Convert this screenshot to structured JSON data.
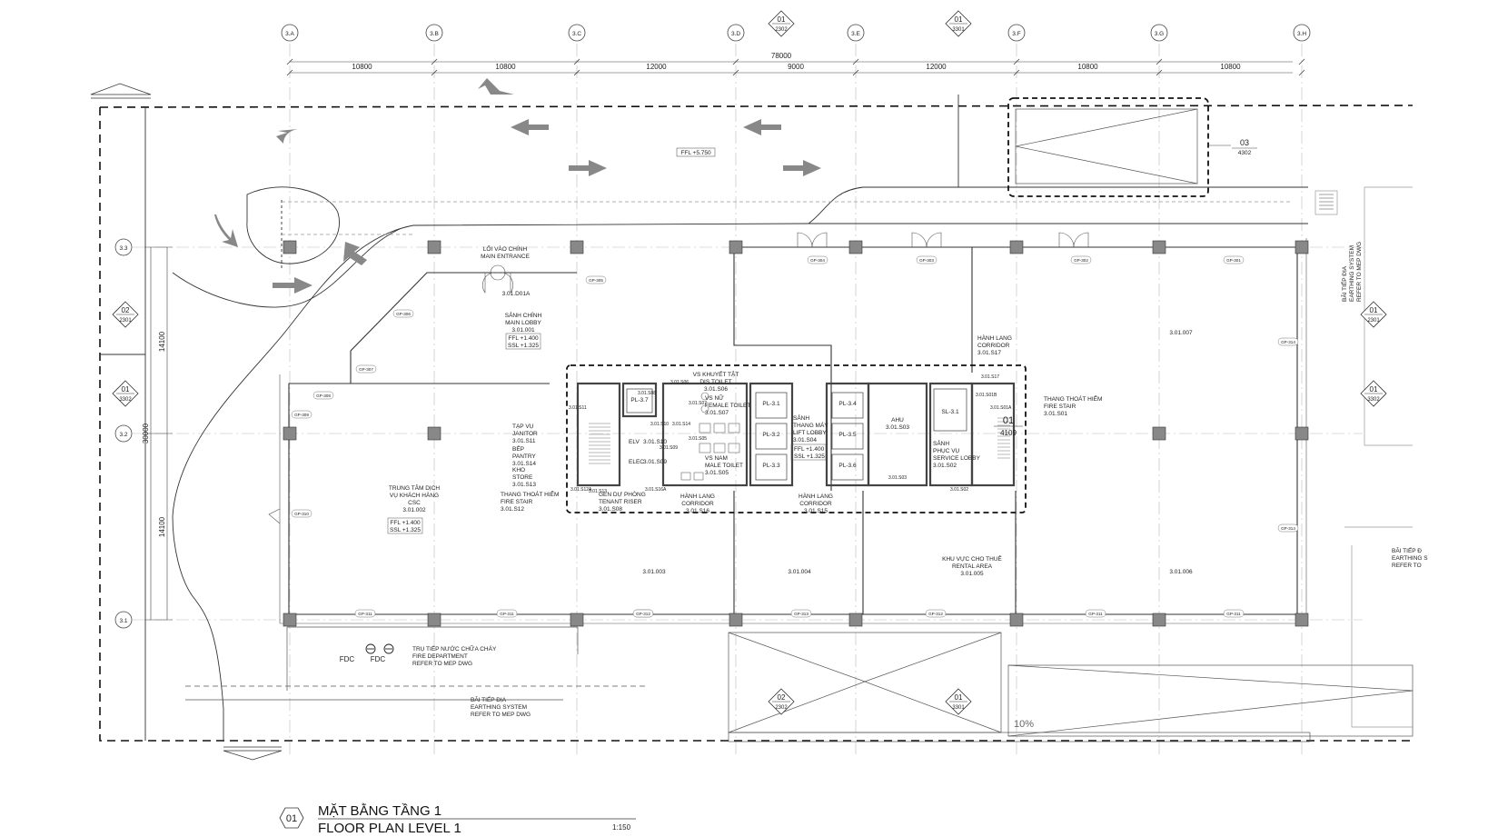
{
  "grid_top": {
    "labels": [
      "3.A",
      "3.B",
      "3.C",
      "3.D",
      "3.E",
      "3.F",
      "3.G",
      "3.H"
    ],
    "spans": [
      "10800",
      "10800",
      "12000",
      "9000",
      "12000",
      "10800",
      "10800"
    ],
    "total": "78000"
  },
  "grid_left": {
    "labels": [
      "3.3",
      "3.2",
      "3.1"
    ],
    "spans": [
      "14100",
      "14100"
    ],
    "total": "30000"
  },
  "section_markers": [
    {
      "num": "01",
      "sheet": "2302"
    },
    {
      "num": "01",
      "sheet": "3301"
    },
    {
      "num": "02",
      "sheet": "2301"
    },
    {
      "num": "01",
      "sheet": "3302"
    },
    {
      "num": "01",
      "sheet": "2301"
    },
    {
      "num": "01",
      "sheet": "3302"
    },
    {
      "num": "02",
      "sheet": "2302"
    },
    {
      "num": "01",
      "sheet": "3301"
    }
  ],
  "callout_4302": {
    "num": "03",
    "sheet": "4302"
  },
  "callout_4109": {
    "num": "01",
    "sheet": "4109"
  },
  "ffl_drive": "FFL +5.750",
  "ramp_slope": "10%",
  "rooms": {
    "main_entrance": [
      "LỐI VÀO CHÍNH",
      "MAIN ENTRANCE"
    ],
    "door_main": "3.01.D01A",
    "main_lobby": [
      "SẢNH CHÍNH",
      "MAIN LOBBY",
      "3.01.001"
    ],
    "main_lobby_ffl": "FFL +1.400",
    "main_lobby_ssl": "SSL +1.325",
    "csc": [
      "TRUNG TÂM DỊCH",
      "VỤ KHÁCH HÀNG",
      "CSC",
      "3.01.002"
    ],
    "csc_ffl": "FFL +1.400",
    "csc_ssl": "SSL +1.325",
    "janitor": [
      "TẠP VỤ",
      "JANITOR",
      "3.01.S11"
    ],
    "pantry": [
      "BẾP",
      "PANTRY",
      "3.01.S14"
    ],
    "store": [
      "KHO",
      "STORE",
      "3.01.S13"
    ],
    "fire_stair_w": [
      "THANG THOÁT HIỂM",
      "FIRE STAIR",
      "3.01.S12"
    ],
    "tenant_riser": [
      "GEN DỰ PHÒNG",
      "TENANT RISER",
      "3.01.S08"
    ],
    "corridor_w": [
      "HÀNH LANG",
      "CORRIDOR",
      "3.01.S16"
    ],
    "dis_toilet": [
      "VS KHUYẾT TẬT",
      "DIS.TOILET",
      "3.01.S06"
    ],
    "female_toilet": [
      "VS NỮ",
      "FEMALE TOILET",
      "3.01.S07"
    ],
    "male_toilet": [
      "VS NAM",
      "MALE TOILET",
      "3.01.S05"
    ],
    "elv": "ELV",
    "elv_id": "3.01.S10",
    "elec": "ELEC",
    "elec_id": "3.01.S09",
    "lift_lobby": [
      "SẢNH",
      "THANG MÁY",
      "LIFT LOBBY",
      "3.01.S04"
    ],
    "lift_lobby_ffl": "FFL +1.400",
    "lift_lobby_ssl": "SSL +1.325",
    "corridor_c": [
      "HÀNH LANG",
      "CORRIDOR",
      "3.01.S15"
    ],
    "ahu": [
      "AHU",
      "3.01.S03"
    ],
    "service_lobby": [
      "SẢNH",
      "PHỤC VỤ",
      "SERVICE LOBBY",
      "3.01.S02"
    ],
    "fire_stair_e": [
      "THANG THOÁT HIỂM",
      "FIRE STAIR",
      "3.01.S01"
    ],
    "corridor_e": [
      "HÀNH LANG",
      "CORRIDOR",
      "3.01.S17"
    ],
    "lifts": [
      "PL-3.1",
      "PL-3.2",
      "PL-3.3",
      "PL-3.4",
      "PL-3.5",
      "PL-3.6",
      "PL-3.7",
      "SL-3.1"
    ],
    "rental_area": [
      "KHU VỰC CHO THUÊ",
      "RENTAL AREA",
      "3.01.005"
    ],
    "area_003": "3.01.003",
    "area_004": "3.01.004",
    "area_006": "3.01.006",
    "area_007": "3.01.007",
    "small_tags": [
      "3.01.S11",
      "3.01.S06",
      "3.01.S07",
      "3.01.S08",
      "3.01.S10",
      "3.01.S09",
      "3.01.S14",
      "3.01.S13",
      "3.01.S16A",
      "3.01.S12A",
      "3.01.S03",
      "3.01.S02",
      "3.01.S01A",
      "3.01.S17",
      "3.01.S01B",
      "3.01.S05"
    ]
  },
  "gp_tags": [
    "GP-304",
    "GP-303",
    "GP-302",
    "GP-301",
    "GP-305",
    "GP-306",
    "GP-307",
    "GP-308",
    "GP-309",
    "GP-310",
    "GP-311",
    "GP-311",
    "GP-311",
    "GP-312",
    "GP-313",
    "GP-312",
    "GP-311",
    "GP-311",
    "GP-314",
    "GP-314"
  ],
  "fdc": [
    "FDC",
    "FDC"
  ],
  "fdc_note": [
    "TRỤ TIẾP NƯỚC CHỮA CHÁY",
    "FIRE DEPARTMENT",
    "REFER TO MEP DWG"
  ],
  "earth_note": [
    "BÃI TIẾP ĐỊA",
    "EARTHING SYSTEM",
    "REFER TO MEP DWG"
  ],
  "earth_note_right_vertical": [
    "BÃI TIẾP ĐỊA",
    "EARTHING SYSTEM",
    "REFER TO MEP DWG"
  ],
  "earth_note_right_cut": [
    "BÃI TIẾP Đ",
    "EARTHING S",
    "REFER TO"
  ],
  "title": {
    "num": "01",
    "vn": "MẶT BẰNG TẦNG 1",
    "en": "FLOOR PLAN LEVEL 1",
    "scale": "1:150"
  }
}
